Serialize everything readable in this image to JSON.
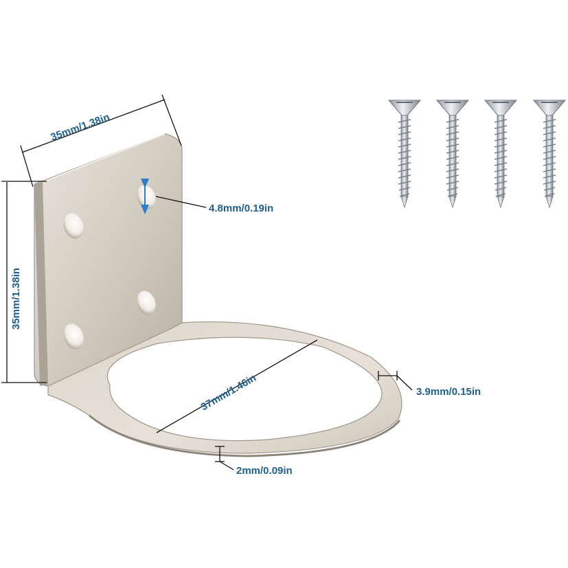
{
  "colors": {
    "label": "#1f5f8f",
    "dimension_line": "#111111",
    "accent": "#2c7ec9",
    "metal_light": "#ece6dd",
    "metal_mid": "#c9c1b5",
    "metal_dark": "#a39b90",
    "screw": "#b9bec4"
  },
  "dimensions": {
    "plate_width": "35mm/1.38in",
    "plate_height": "35mm/1.38in",
    "hole_diameter": "4.8mm/0.19in",
    "ring_inner_diameter": "37mm/1.46in",
    "ring_width": "3.9mm/0.15in",
    "thickness": "2mm/0.09in"
  },
  "parts": {
    "bracket": "stainless-steel-wall-bracket",
    "screw_count": 4,
    "screw_icon": "countersunk-screw-icon"
  }
}
